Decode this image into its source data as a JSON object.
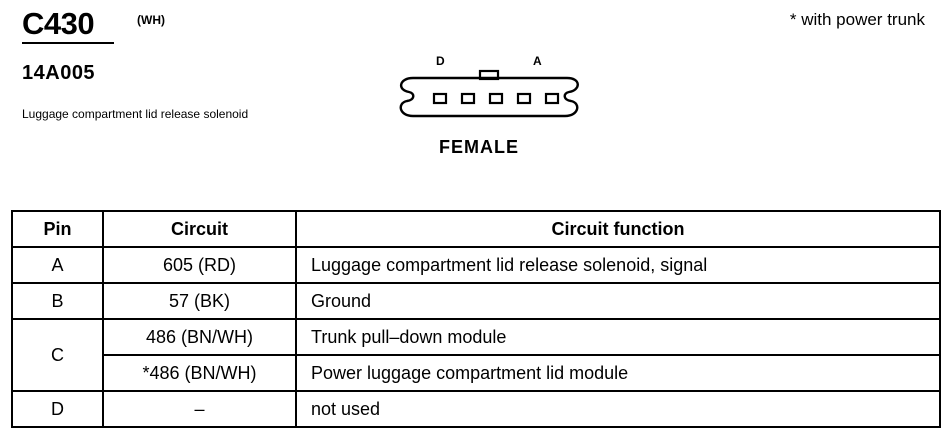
{
  "connector": {
    "id": "C430",
    "color_code": "(WH)",
    "part_number": "14A005",
    "description": "Luggage compartment lid release solenoid",
    "note": "* with power trunk",
    "diagram": {
      "label_left": "D",
      "label_right": "A",
      "gender": "FEMALE"
    }
  },
  "table": {
    "headers": {
      "pin": "Pin",
      "circuit": "Circuit",
      "function": "Circuit function"
    },
    "rows": [
      {
        "pin": "A",
        "circuit": "605 (RD)",
        "function": "Luggage compartment lid release solenoid, signal"
      },
      {
        "pin": "B",
        "circuit": "57 (BK)",
        "function": "Ground"
      },
      {
        "pin": "C",
        "circuit": "486 (BN/WH)",
        "function": "Trunk pull–down module"
      },
      {
        "pin": "",
        "circuit": "*486 (BN/WH)",
        "function": "Power luggage compartment lid module"
      },
      {
        "pin": "D",
        "circuit": "–",
        "function": "not used"
      }
    ]
  }
}
